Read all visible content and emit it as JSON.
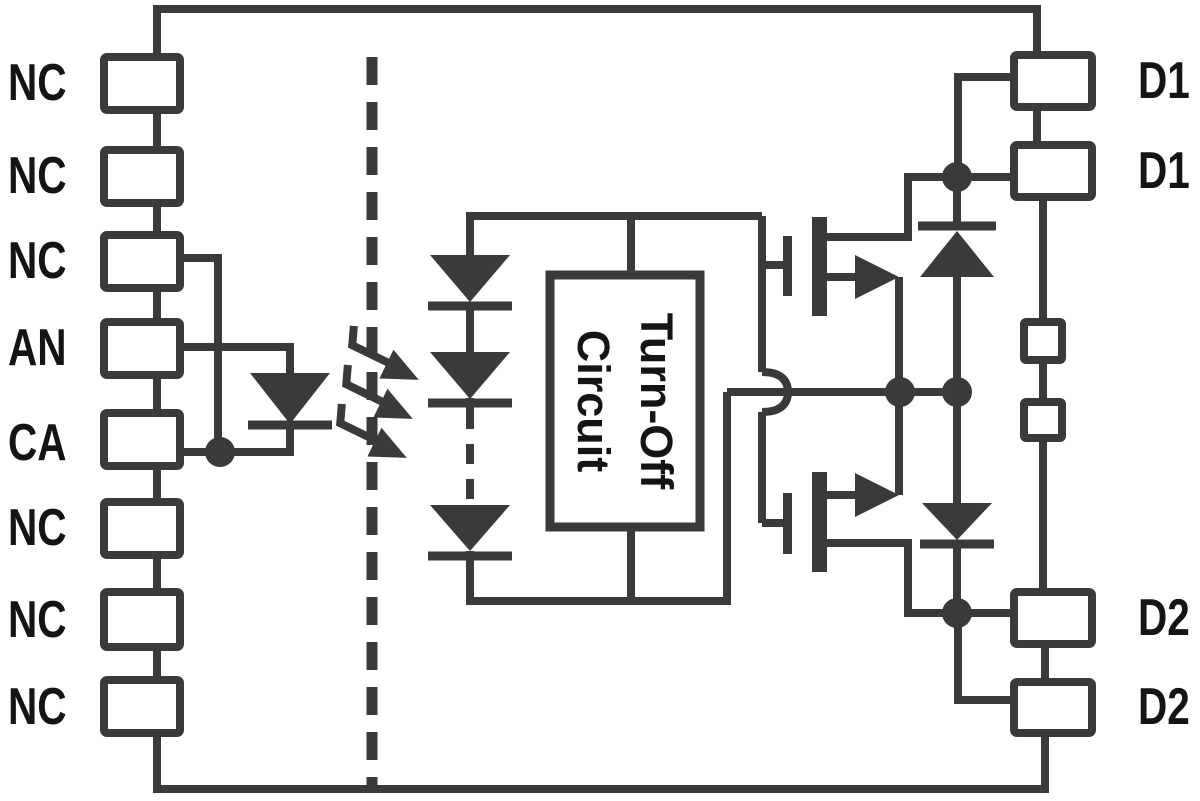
{
  "package": {
    "left_pins": [
      {
        "label": "NC"
      },
      {
        "label": "NC"
      },
      {
        "label": "NC"
      },
      {
        "label": "AN"
      },
      {
        "label": "CA"
      },
      {
        "label": "NC"
      },
      {
        "label": "NC"
      },
      {
        "label": "NC"
      }
    ],
    "right_pins": [
      {
        "label": "D1"
      },
      {
        "label": "D1"
      },
      {
        "label": "D2"
      },
      {
        "label": "D2"
      }
    ]
  },
  "blocks": {
    "turn_off_circuit": {
      "line1": "Turn-Off",
      "line2": "Circuit"
    }
  },
  "symbols": {
    "input_led": "led-diode",
    "isolation": "dashed-isolation-barrier",
    "light_arrows": "three-light-emission-arrows",
    "photodiode_stack": "series-photodiode-array",
    "output": "back-to-back-mosfets-with-body-diodes"
  },
  "colors": {
    "line": "#3a3a3a",
    "label": "#141414",
    "background": "#ffffff"
  }
}
